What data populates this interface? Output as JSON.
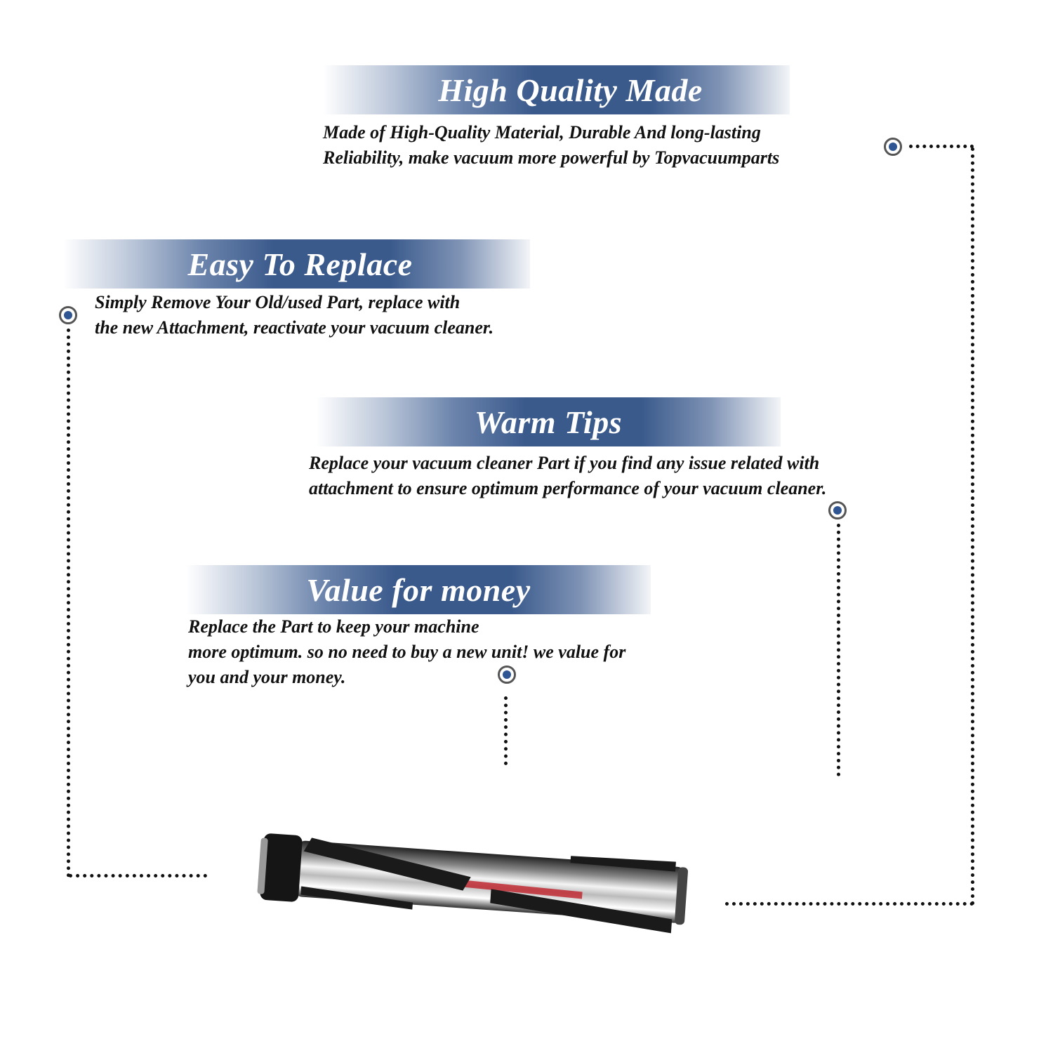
{
  "colors": {
    "banner": "#3b5a8c",
    "marker": "#2f5692",
    "text": "#111111"
  },
  "sections": [
    {
      "title": "High Quality Made",
      "text": "Made of  High-Quality Material, Durable And long-lasting\nReliability, make vacuum more powerful by Topvacuumparts"
    },
    {
      "title": "Easy To Replace",
      "text": "Simply Remove Your Old/used Part, replace with\nthe new Attachment, reactivate your vacuum cleaner."
    },
    {
      "title": "Warm Tips",
      "text": "Replace your vacuum cleaner Part if you find any issue related with\n attachment to ensure optimum performance of your vacuum cleaner."
    },
    {
      "title": "Value for money",
      "text": "Replace the Part to keep your machine\nmore optimum. so no need to buy a new unit! we value for\nyou and your money."
    }
  ],
  "product": {
    "icon": "vacuum-brush-roll-image"
  }
}
